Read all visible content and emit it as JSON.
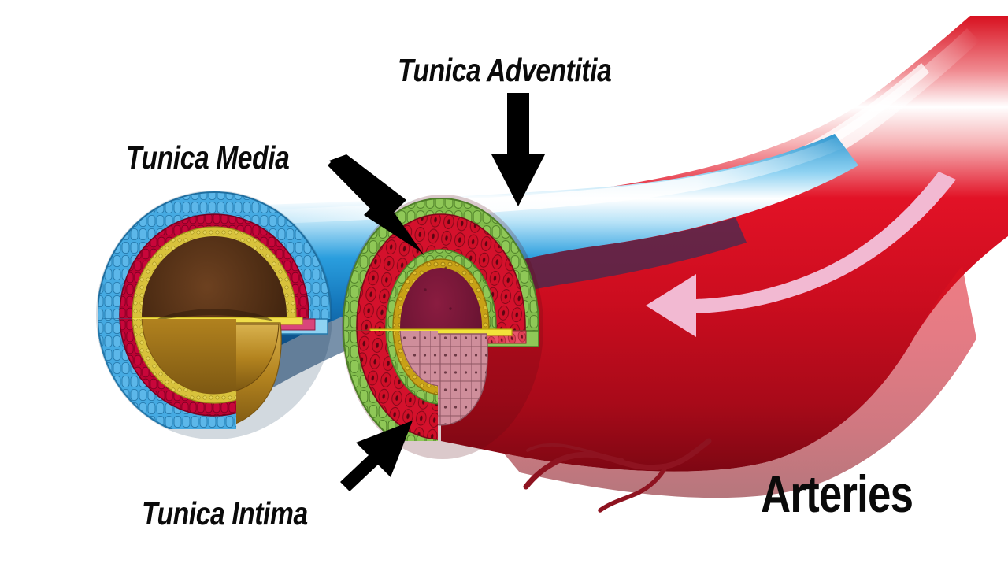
{
  "figure": {
    "title": "Arteries",
    "subject": "blood vessel wall layers cross-section",
    "background_color": "#ffffff"
  },
  "labels": [
    {
      "id": "tunica-media",
      "text": "Tunica Media",
      "points_to": "media-layer-artery",
      "arrow": "diagonal-down-right"
    },
    {
      "id": "tunica-adventitia",
      "text": "Tunica Adventitia",
      "points_to": "adventitia-layer-artery",
      "arrow": "straight-down"
    },
    {
      "id": "tunica-intima",
      "text": "Tunica Intima",
      "points_to": "intima-layer-artery",
      "arrow": "diagonal-up-right"
    }
  ],
  "vessels": {
    "vein": {
      "name": "vein",
      "tube_colors": [
        "#ffffff",
        "#2a9ede",
        "#1173b8",
        "#0b3a6b",
        "#07294c"
      ],
      "layers": [
        {
          "name": "tunica-adventitia",
          "color": "#4fb3e8"
        },
        {
          "name": "tunica-media",
          "color": "#c2002f"
        },
        {
          "name": "tunica-intima",
          "color": "#d8c23c"
        },
        {
          "name": "lumen",
          "color": "#4a2a12"
        }
      ],
      "valve": {
        "name": "venous-valve",
        "color": "#c9982f"
      }
    },
    "artery": {
      "name": "artery",
      "tube_colors": [
        "#ffffff",
        "#e01020",
        "#c40d1e",
        "#8e0a18"
      ],
      "layers": [
        {
          "name": "tunica-adventitia",
          "color": "#82bd4c"
        },
        {
          "name": "tunica-media",
          "color": "#d4112c"
        },
        {
          "name": "internal-elastic-lamina",
          "color": "#c8a117"
        },
        {
          "name": "tunica-intima",
          "color": "#cf8e9b"
        },
        {
          "name": "lumen",
          "color": "#6b1433"
        }
      ],
      "flow_arrow": {
        "name": "blood-flow-arrow",
        "color": "#f2b9d2",
        "direction": "left"
      },
      "branches": {
        "name": "arterial-branches",
        "color": "#8e1320",
        "count": 2
      }
    }
  },
  "colors": {
    "label_text": "#0a0a0a",
    "arrow": "#000000",
    "accent_green": "#82bd4c",
    "accent_red": "#d4112c",
    "accent_blue": "#2a9ede",
    "accent_gold": "#c8a117",
    "accent_pink": "#f2b9d2"
  }
}
